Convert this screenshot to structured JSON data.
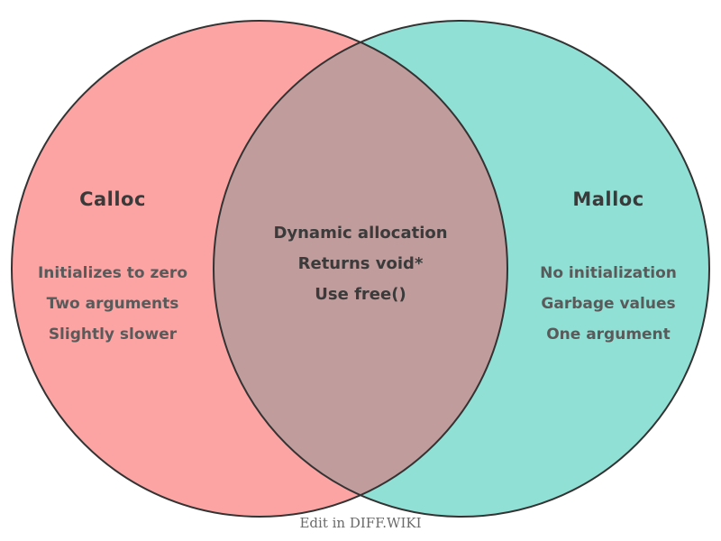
{
  "chart_data": {
    "type": "venn",
    "title": "",
    "sets": [
      {
        "name": "Calloc",
        "unique_items": [
          "Initializes to zero",
          "Two arguments",
          "Slightly slower"
        ],
        "fill_color": "#FCA4A4"
      },
      {
        "name": "Malloc",
        "unique_items": [
          "No initialization",
          "Garbage values",
          "One argument"
        ],
        "fill_color": "#91E0D6"
      }
    ],
    "intersection": {
      "items": [
        "Dynamic allocation",
        "Returns void*",
        "Use free()"
      ],
      "fill_color": "#C19C9C"
    },
    "outline_color": "#333333"
  },
  "venn": {
    "left": {
      "title": "Calloc",
      "items": [
        "Initializes to zero",
        "Two arguments",
        "Slightly slower"
      ],
      "color": "#FCA4A4"
    },
    "right": {
      "title": "Malloc",
      "items": [
        "No initialization",
        "Garbage values",
        "One argument"
      ],
      "color": "#91E0D6"
    },
    "intersection": {
      "items": [
        "Dynamic allocation",
        "Returns void*",
        "Use free()"
      ],
      "color": "#C19C9C"
    },
    "outline_color": "#333333"
  },
  "footer": {
    "label": "Edit in DIFF.WIKI"
  }
}
